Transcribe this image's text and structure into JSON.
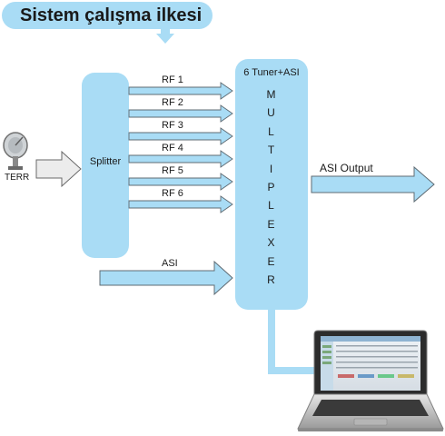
{
  "title": "Sistem çalışma ilkesi",
  "antenna": {
    "label": "TERR",
    "icon": "satellite-dish-icon"
  },
  "splitter": {
    "label": "Splitter"
  },
  "rf_outputs": [
    "RF 1",
    "RF 2",
    "RF 3",
    "RF 4",
    "RF 5",
    "RF 6"
  ],
  "asi_input": {
    "label": "ASI"
  },
  "multiplexer": {
    "title": "6 Tuner+ASI",
    "letters": [
      "M",
      "U",
      "L",
      "T",
      "I",
      "P",
      "L",
      "E",
      "X",
      "E",
      "R"
    ]
  },
  "asi_output": {
    "label": "ASI Output"
  },
  "laptop": {
    "icon": "laptop-icon"
  },
  "colors": {
    "box_fill": "#a9dcf5",
    "arrow_fill": "#a9dcf5",
    "arrow_stroke": "#5f6b73",
    "terr_arrow_fill": "#ececec"
  }
}
